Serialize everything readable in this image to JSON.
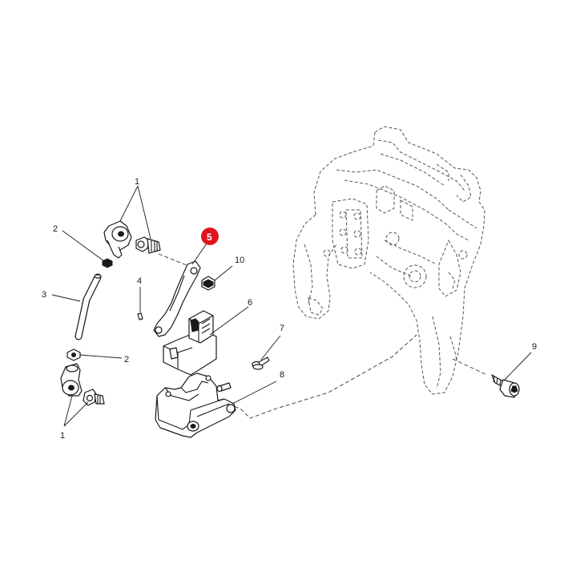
{
  "colors": {
    "line": "#1a1a1a",
    "highlight": "#e0141e",
    "highlight_text": "#ffffff",
    "background": "#ffffff"
  },
  "callouts": {
    "c1_top": "1",
    "c2_top": "2",
    "c3": "3",
    "c4": "4",
    "c5": "5",
    "c10": "10",
    "c6": "6",
    "c7": "7",
    "c2_bottom": "2",
    "c8": "8",
    "c9": "9",
    "c1_bottom": "1"
  }
}
